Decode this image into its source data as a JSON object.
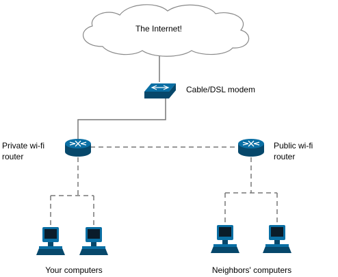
{
  "colors": {
    "device": "#0a6fa4",
    "device_dark": "#07486b",
    "device_light": "#3d95c4",
    "cable": "#777777",
    "cloud_stroke": "#888888"
  },
  "cloud": {
    "label": "The Internet!",
    "icon": "cloud-icon"
  },
  "modem": {
    "label": "Cable/DSL modem",
    "icon": "switch-icon"
  },
  "private_router": {
    "label_line1": "Private wi-fi",
    "label_line2": "router",
    "icon": "router-icon"
  },
  "public_router": {
    "label_line1": "Public wi-fi",
    "label_line2": "router",
    "icon": "router-icon"
  },
  "your_computers": {
    "label": "Your computers",
    "icon": "workstation-icon",
    "count": 2
  },
  "neighbor_computers": {
    "label": "Neighbors' computers",
    "icon": "workstation-icon",
    "count": 2
  }
}
